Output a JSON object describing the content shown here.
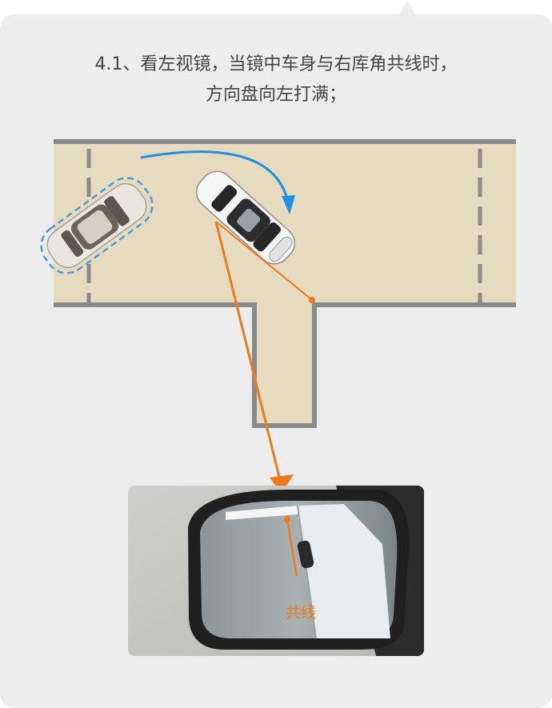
{
  "caption": {
    "line1": "4.1、看左视镜，当镜中车身与右库角共线时，",
    "line2": "方向盘向左打满；"
  },
  "mirror": {
    "label": "共线"
  },
  "colors": {
    "card": "#ededed",
    "parking_surface": "#e6dbbf",
    "lot_border": "#8a8a8a",
    "arrow_blue": "#1e8ee6",
    "line_orange": "#f07a1a",
    "caption_text": "#444444"
  },
  "icons": {
    "turn_arrow": "blue-curved-arrow",
    "sight_line": "orange-pointer-arrow"
  }
}
